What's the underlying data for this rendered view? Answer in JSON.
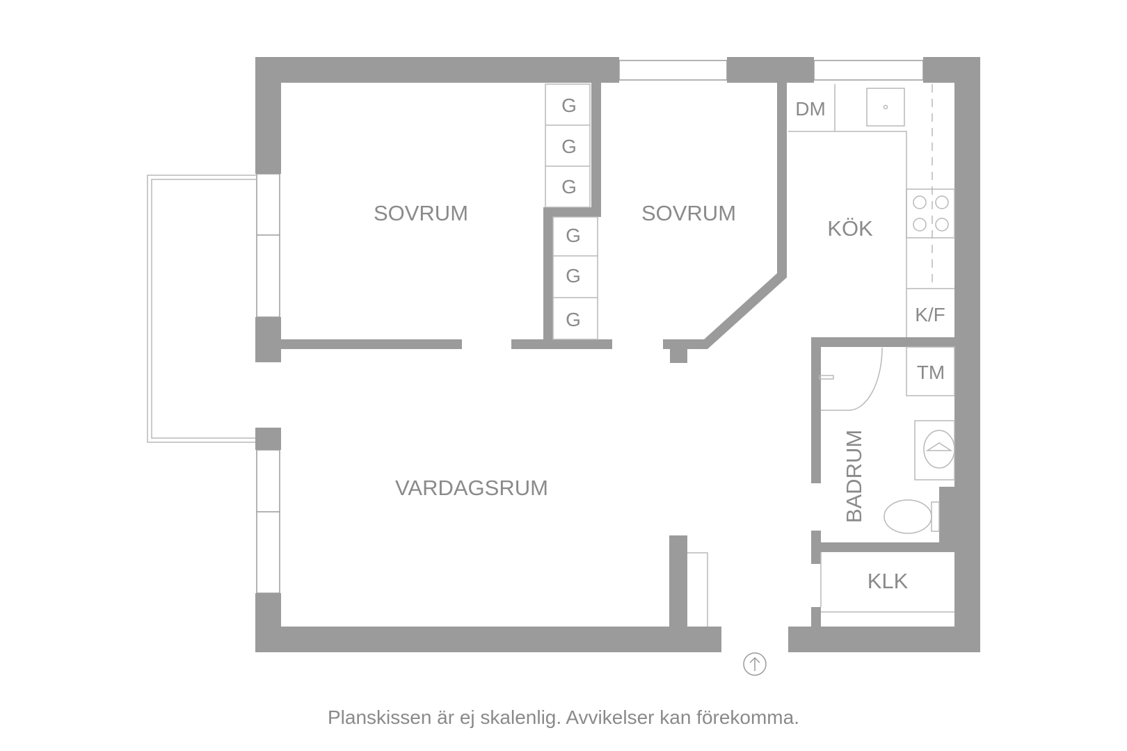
{
  "rooms": {
    "bedroom_left": "SOVRUM",
    "bedroom_right": "SOVRUM",
    "kitchen": "KÖK",
    "living_room": "VARDAGSRUM",
    "bathroom": "BADRUM",
    "closet": "KLK"
  },
  "fixtures": {
    "wardrobe": [
      "G",
      "G",
      "G",
      "G",
      "G",
      "G"
    ],
    "dishwasher": "DM",
    "fridge_freezer": "K/F",
    "washing_machine": "TM"
  },
  "disclaimer": "Planskissen är ej skalenlig. Avvikelser kan förekomma.",
  "colors": {
    "wall": "#9b9b9b",
    "line": "#b8b8b8",
    "text": "#8a8a8a"
  },
  "icons": {
    "north": "north-arrow-icon"
  }
}
